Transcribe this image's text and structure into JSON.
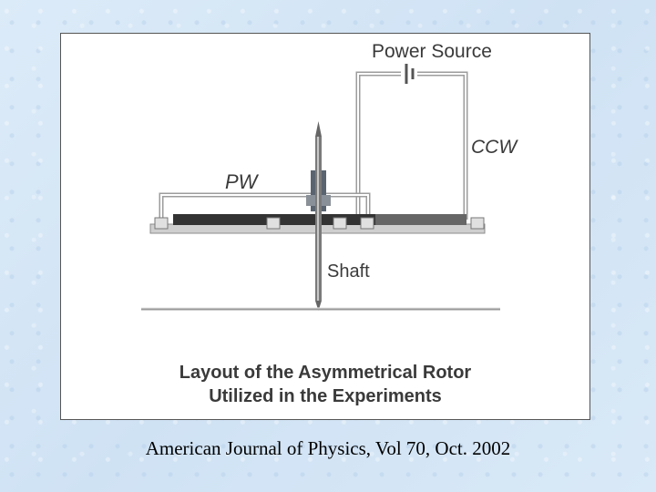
{
  "diagram": {
    "labels": {
      "power_source": "Power Source",
      "ccw": "CCW",
      "pw": "PW",
      "shaft": "Shaft"
    },
    "caption_line1": "Layout of the Asymmetrical Rotor",
    "caption_line2": "Utilized in the Experiments"
  },
  "citation": "American Journal of Physics, Vol 70, Oct. 2002",
  "colors": {
    "background": "#d4e6f6",
    "panel": "#ffffff",
    "pw_plate": "#333333",
    "ccw_plate": "#666666",
    "wire": "#a0a0a0"
  }
}
